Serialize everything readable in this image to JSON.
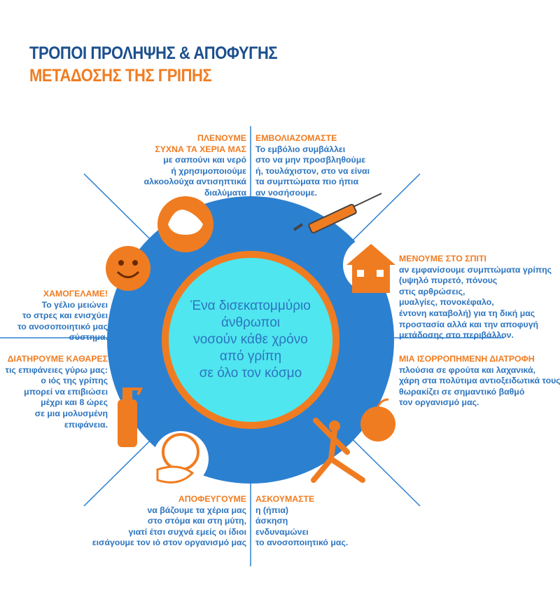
{
  "title": {
    "line1": "ΤΡΟΠΟΙ ΠΡΟΛΗΨΗΣ & ΑΠΟΦΥΓΗΣ",
    "line2": "ΜΕΤΑΔΟΣΗΣ ΤΗΣ ΓΡΙΠΗΣ"
  },
  "center_text": [
    "Ένα δισεκατομμύριο",
    "άνθρωποι",
    "νοσούν κάθε χρόνο",
    "από γρίπη",
    "σε όλο τον κόσμο"
  ],
  "colors": {
    "blue": "#2c80d0",
    "dark_blue": "#1c4f8e",
    "orange": "#f07c21",
    "cyan": "#4fe6ef"
  },
  "sections": [
    {
      "icon": "hand-washing-icon",
      "heading": [
        "ΠΛΕΝΟΥΜΕ",
        "ΣΥΧΝΑ ΤΑ ΧΕΡΙΑ ΜΑΣ"
      ],
      "body": [
        "με σαπούνι και νερό",
        "ή χρησιμοποιούμε",
        "αλκοολούχα αντισηπτικά",
        "διαλύματα"
      ]
    },
    {
      "icon": "syringe-icon",
      "heading": [
        "ΕΜΒΟΛΙΑΖΟΜΑΣΤΕ"
      ],
      "body": [
        "Το εμβόλιο συμβάλλει",
        "στο να μην προσβληθούμε",
        "ή, τουλάχιστον, στο να είναι",
        "τα συμπτώματα πιο ήπια",
        "αν νοσήσουμε."
      ]
    },
    {
      "icon": "house-icon",
      "heading": [
        "ΜΕΝΟΥΜΕ ΣΤΟ ΣΠΙΤΙ"
      ],
      "body": [
        "αν εμφανίσουμε συμπτώματα γρίπης",
        "(υψηλό πυρετό, πόνους",
        "στις αρθρώσεις,",
        "μυαλγίες, πονοκέφαλο,",
        "έντονη καταβολή) για τη δική μας",
        "προστασία αλλά και την αποφυγή",
        "μετάδοσης στο περιβάλλον."
      ]
    },
    {
      "icon": "apple-icon",
      "heading": [
        "ΜΙΑ ΙΣΟΡΡΟΠΗΜΕΝΗ ΔΙΑΤΡΟΦΗ"
      ],
      "body": [
        "πλούσια σε φρούτα και λαχανικά,",
        "χάρη στα πολύτιμα αντιοξειδωτικά τους,",
        "θωρακίζει σε σημαντικό βαθμό",
        "τον οργανισμό μας."
      ]
    },
    {
      "icon": "exercise-icon",
      "heading": [
        "ΑΣΚΟΥΜΑΣΤΕ"
      ],
      "body": [
        "η (ήπια)",
        "άσκηση",
        "ενδυναμώνει",
        "το ανοσοποιητικό μας."
      ]
    },
    {
      "icon": "cover-mouth-icon",
      "heading": [
        "ΑΠΟΦΕΥΓΟΥΜΕ"
      ],
      "body": [
        "να βάζουμε τα χέρια μας",
        "στο στόμα και στη μύτη,",
        "γιατί έτσι συχνά εμείς οι ίδιοι",
        "εισάγουμε τον ιό στον οργανισμό μας"
      ]
    },
    {
      "icon": "spray-bottle-icon",
      "heading": [
        "ΔΙΑΤΗΡΟΥΜΕ ΚΑΘΑΡΕΣ"
      ],
      "body": [
        "τις επιφάνειες γύρω μας:",
        "ο ιός της γρίπης",
        "μπορεί να επιβιώσει",
        "μέχρι και 8 ώρες",
        "σε μια μολυσμένη",
        "επιφάνεια."
      ]
    },
    {
      "icon": "smiley-icon",
      "heading": [
        "ΧΑΜΟΓΕΛΑΜΕ!"
      ],
      "body": [
        "Το γέλιο μειώνει",
        "το στρες και ενισχύει",
        "το ανοσοποιητικό μας",
        "σύστημα."
      ]
    }
  ]
}
